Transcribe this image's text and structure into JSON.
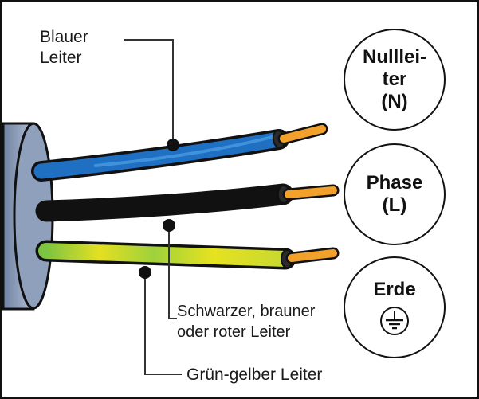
{
  "labels": {
    "blue_wire": [
      "Blauer",
      "Leiter"
    ],
    "black_wire": [
      "Schwarzer, brauner",
      "oder roter Leiter"
    ],
    "green_yellow_wire": "Grün-gelber Leiter"
  },
  "terminals": {
    "neutral": [
      "Nulllei-",
      "ter",
      "(N)"
    ],
    "phase": [
      "Phase",
      "(L)"
    ],
    "earth": [
      "Erde"
    ]
  },
  "colors": {
    "blue_wire": "#1f6fc2",
    "black_wire": "#141414",
    "green_wire": "#7cc443",
    "yellow_wire": "#e4e021",
    "copper_core": "#f2a12a",
    "cable_sheath": "#8fa0bd",
    "frame": "#111111"
  },
  "icons": {
    "earth": "ground-symbol-icon"
  }
}
